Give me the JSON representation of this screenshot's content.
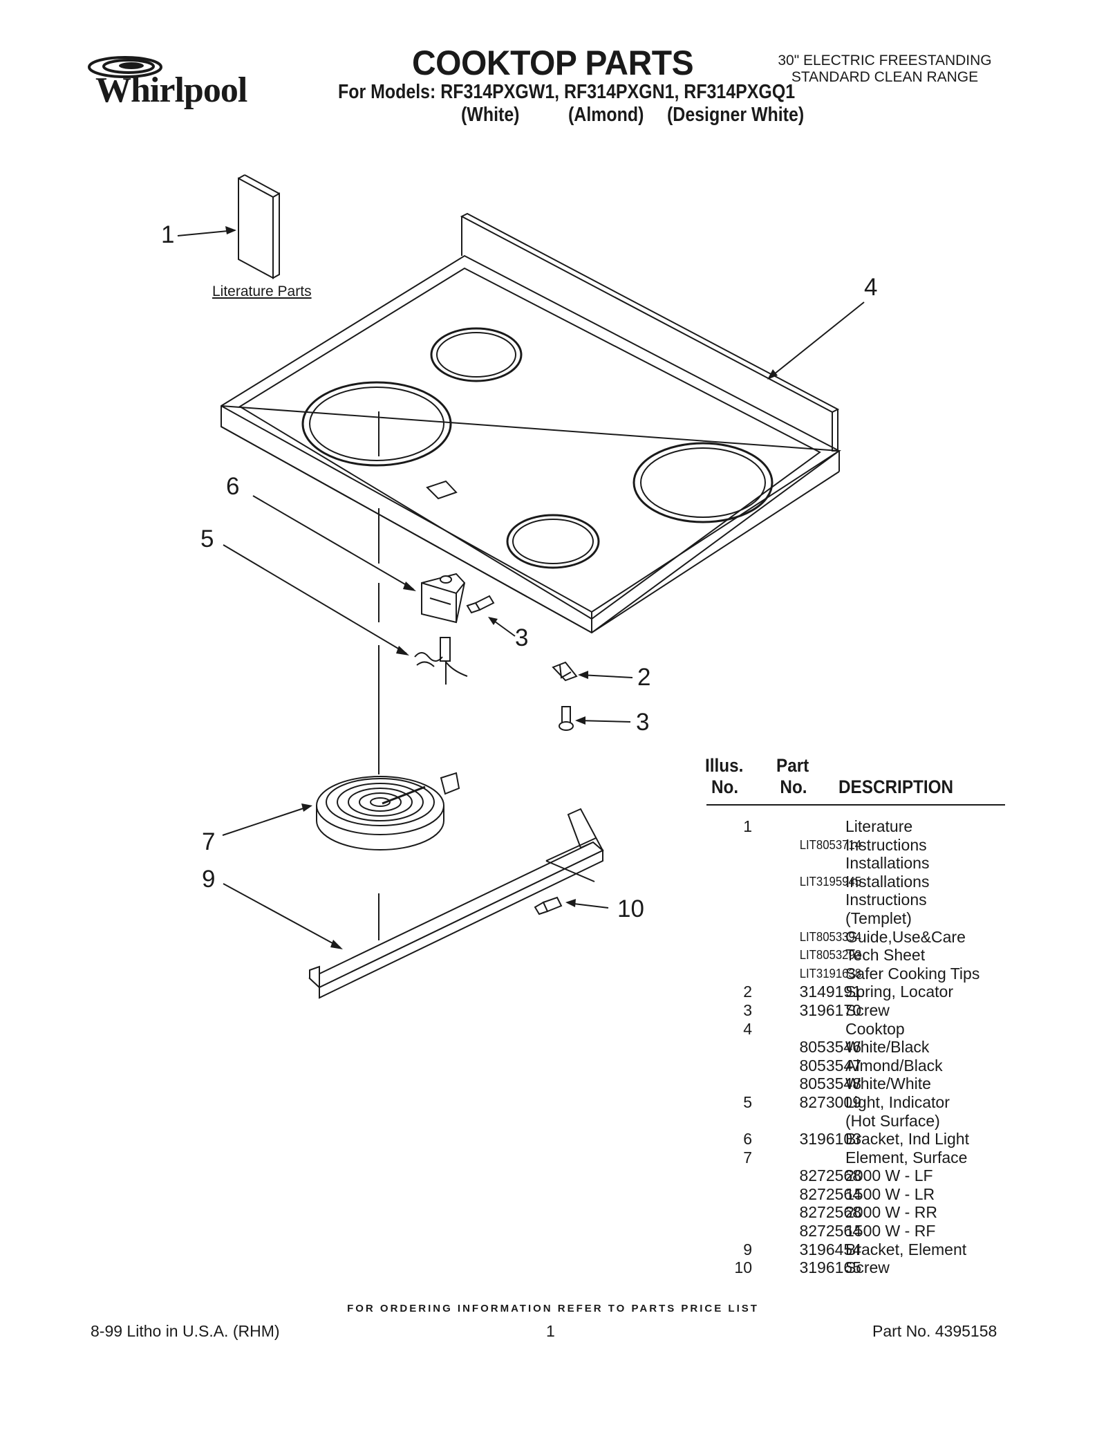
{
  "brand": {
    "name": "Whirlpool"
  },
  "header": {
    "title": "COOKTOP PARTS",
    "models": "For Models: RF314PXGW1, RF314PXGN1, RF314PXGQ1",
    "color_white": "(White)",
    "color_almond": "(Almond)",
    "color_designer": "(Designer White)",
    "range_type_line1": "30\" ELECTRIC FREESTANDING",
    "range_type_line2": "STANDARD CLEAN RANGE"
  },
  "diagram": {
    "literature_label": "Literature Parts",
    "callouts": [
      "1",
      "2",
      "3",
      "3",
      "4",
      "5",
      "6",
      "7",
      "9",
      "10"
    ]
  },
  "table": {
    "headers": {
      "illus_line1": "Illus.",
      "illus_line2": "No.",
      "part_line1": "Part",
      "part_line2": "No.",
      "description": "DESCRIPTION"
    },
    "rows": [
      {
        "no": "1",
        "part": "",
        "desc": "Literature"
      },
      {
        "no": "",
        "part": "LIT8053714",
        "desc": "Instructions"
      },
      {
        "no": "",
        "part": "",
        "desc": "Installations"
      },
      {
        "no": "",
        "part": "LIT3195945",
        "desc": "Installations"
      },
      {
        "no": "",
        "part": "",
        "desc": "Instructions"
      },
      {
        "no": "",
        "part": "",
        "desc": "(Templet)"
      },
      {
        "no": "",
        "part": "LIT8053394",
        "desc": "Guide,Use&Care"
      },
      {
        "no": "",
        "part": "LIT8053293",
        "desc": "Tech Sheet"
      },
      {
        "no": "",
        "part": "LIT3191638",
        "desc": "Safer Cooking Tips"
      },
      {
        "no": "2",
        "part": "3149191",
        "desc": "Spring, Locator"
      },
      {
        "no": "3",
        "part": "3196170",
        "desc": "Screw"
      },
      {
        "no": "4",
        "part": "",
        "desc": "Cooktop"
      },
      {
        "no": "",
        "part": "8053546",
        "desc": "White/Black"
      },
      {
        "no": "",
        "part": "8053547",
        "desc": "Almond/Black"
      },
      {
        "no": "",
        "part": "8053548",
        "desc": "White/White"
      },
      {
        "no": "5",
        "part": "8273009",
        "desc": "Light, Indicator"
      },
      {
        "no": "",
        "part": "",
        "desc": "(Hot Surface)"
      },
      {
        "no": "6",
        "part": "3196103",
        "desc": "Bracket, Ind Light"
      },
      {
        "no": "7",
        "part": "",
        "desc": "Element, Surface"
      },
      {
        "no": "",
        "part": "8272568",
        "desc": "2000 W - LF"
      },
      {
        "no": "",
        "part": "8272564",
        "desc": "1500 W - LR"
      },
      {
        "no": "",
        "part": "8272568",
        "desc": "2000 W - RR"
      },
      {
        "no": "",
        "part": "8272564",
        "desc": "1500 W - RF"
      },
      {
        "no": "9",
        "part": "3196454",
        "desc": "Bracket, Element"
      },
      {
        "no": "10",
        "part": "3196165",
        "desc": "Screw"
      }
    ]
  },
  "footer": {
    "ordering": "FOR ORDERING INFORMATION REFER TO PARTS PRICE LIST",
    "litho": "8-99 Litho in U.S.A. (RHM)",
    "page": "1",
    "part_no": "Part No. 4395158"
  }
}
